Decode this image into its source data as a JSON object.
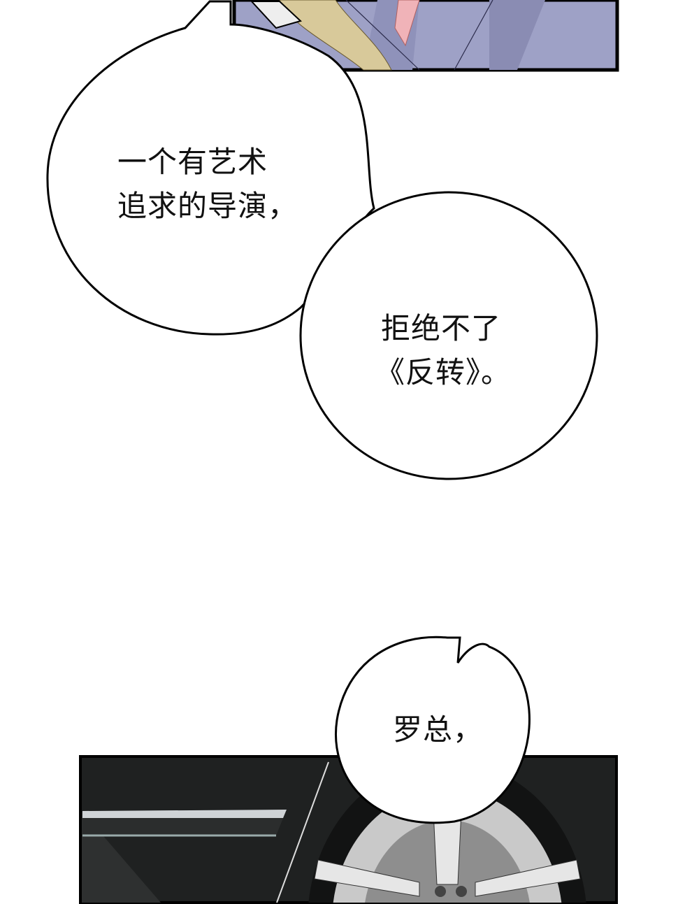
{
  "bubbles": [
    {
      "lines": [
        "一个有艺术",
        "追求的导演，"
      ]
    },
    {
      "lines": [
        "拒绝不了",
        "《反转》。"
      ]
    },
    {
      "lines": [
        "罗总，"
      ]
    }
  ],
  "colors": {
    "top_panel": "#9ea1c6",
    "suit_shadow": "#8a8cb3",
    "hair": "#d8c99a",
    "tie": "#f0b3b8",
    "car_body": "#1f2121",
    "wheel": "#c9c9c9"
  }
}
